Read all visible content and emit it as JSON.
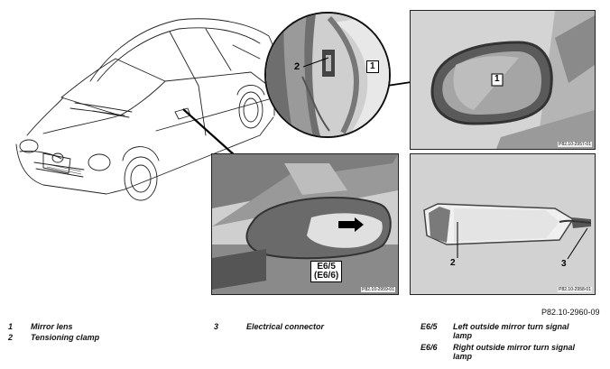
{
  "figure": {
    "panels": {
      "mirror_glass": {
        "code": "P82.10-2957-01",
        "callout": "1"
      },
      "mirror_housing": {
        "code": "P82.10-2959-01",
        "callout_line1": "E6/5",
        "callout_line2": "(E6/6)"
      },
      "lamp": {
        "code": "P82.10-2958-01",
        "callout_left": "2",
        "callout_right": "3"
      },
      "detail_circle": {
        "callout_left": "2",
        "callout_right": "1"
      }
    },
    "reference": "P82.10-2960-09"
  },
  "legend": {
    "items": [
      {
        "key": "1",
        "text": "Mirror lens"
      },
      {
        "key": "2",
        "text": "Tensioning clamp"
      },
      {
        "key": "3",
        "text": "Electrical connector"
      },
      {
        "key": "E6/5",
        "text": "Left outside mirror turn signal lamp"
      },
      {
        "key": "E6/6",
        "text": "Right outside mirror turn signal lamp"
      }
    ]
  }
}
